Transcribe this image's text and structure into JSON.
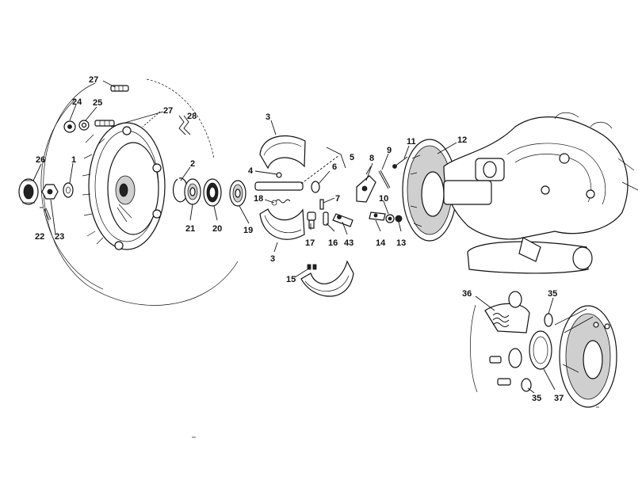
{
  "diagram": {
    "labels": [
      {
        "id": "27a",
        "text": "27"
      },
      {
        "id": "24",
        "text": "24"
      },
      {
        "id": "25",
        "text": "25"
      },
      {
        "id": "27b",
        "text": "27"
      },
      {
        "id": "28",
        "text": "28"
      },
      {
        "id": "26",
        "text": "26"
      },
      {
        "id": "1",
        "text": "1"
      },
      {
        "id": "22",
        "text": "22"
      },
      {
        "id": "23",
        "text": "23"
      },
      {
        "id": "2",
        "text": "2"
      },
      {
        "id": "21",
        "text": "21"
      },
      {
        "id": "20",
        "text": "20"
      },
      {
        "id": "19",
        "text": "19"
      },
      {
        "id": "3a",
        "text": "3"
      },
      {
        "id": "4",
        "text": "4"
      },
      {
        "id": "18",
        "text": "18"
      },
      {
        "id": "3b",
        "text": "3"
      },
      {
        "id": "15",
        "text": "15"
      },
      {
        "id": "5",
        "text": "5"
      },
      {
        "id": "6",
        "text": "6"
      },
      {
        "id": "7",
        "text": "7"
      },
      {
        "id": "17",
        "text": "17"
      },
      {
        "id": "16",
        "text": "16"
      },
      {
        "id": "43",
        "text": "43"
      },
      {
        "id": "8",
        "text": "8"
      },
      {
        "id": "9",
        "text": "9"
      },
      {
        "id": "11",
        "text": "11"
      },
      {
        "id": "10",
        "text": "10"
      },
      {
        "id": "14",
        "text": "14"
      },
      {
        "id": "13",
        "text": "13"
      },
      {
        "id": "12",
        "text": "12"
      },
      {
        "id": "36",
        "text": "36"
      },
      {
        "id": "35a",
        "text": "35"
      },
      {
        "id": "35b",
        "text": "35"
      },
      {
        "id": "37",
        "text": "37"
      }
    ]
  }
}
